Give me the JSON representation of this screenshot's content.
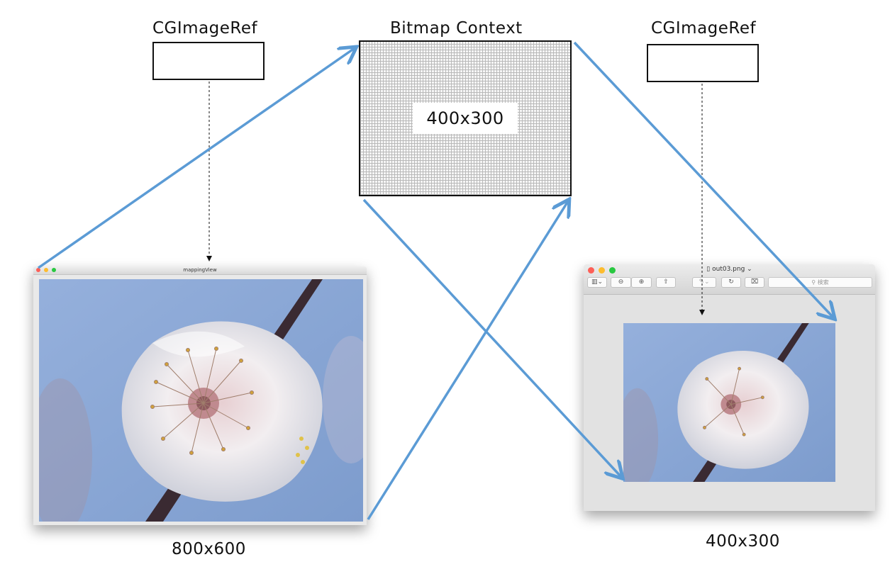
{
  "labels": {
    "left_ref": "CGImageRef",
    "context": "Bitmap Context",
    "right_ref": "CGImageRef",
    "context_size": "400x300",
    "source_size": "800x600",
    "output_size": "400x300"
  },
  "source_window": {
    "title": "mappingView"
  },
  "output_window": {
    "title": "out03.png",
    "title_chevron": "⌄",
    "search_placeholder": "検索"
  },
  "colors": {
    "arrow_blue": "#5b9bd5",
    "sky": "#8ea9d6"
  },
  "icons": [
    "sidebar-icon",
    "zoom-out-icon",
    "zoom-in-icon",
    "share-icon",
    "markup-pen-icon",
    "rotate-icon",
    "toolbox-icon",
    "search-icon",
    "document-icon"
  ]
}
